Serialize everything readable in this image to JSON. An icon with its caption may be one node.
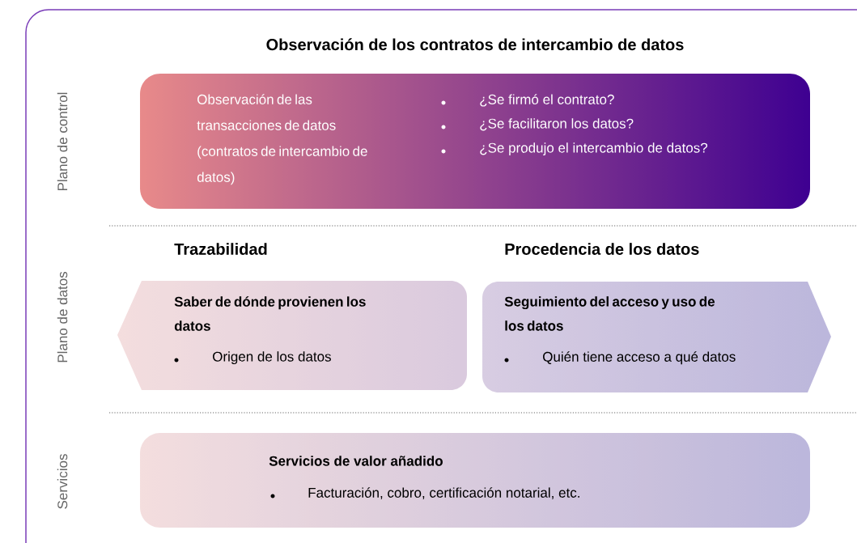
{
  "diagram": {
    "title": "Observación de los contratos de intercambio de datos",
    "nodes": [
      {
        "text": [
          "Observación de las transacciones de datos (contratos de intercambio de datos)",
          "¿Se firmó el contrato?",
          "¿Se facilitaron los datos?",
          "¿Se produjo el intercambio de datos?"
        ]
      },
      {
        "text": [
          "Trazabilidad",
          "Saber de dónde provienen los datos",
          "Origen de los datos"
        ]
      },
      {
        "text": [
          "Procedencia de los datos",
          "Seguimiento del acceso y uso de los datos",
          "Quién tiene acceso a qué datos"
        ]
      },
      {
        "text": [
          "Servicios de valor añadido",
          "Facturación, cobro, certificación notarial, etc."
        ]
      }
    ],
    "labels": [
      "Plano de control",
      "Plano de datos",
      "Servicios"
    ]
  }
}
